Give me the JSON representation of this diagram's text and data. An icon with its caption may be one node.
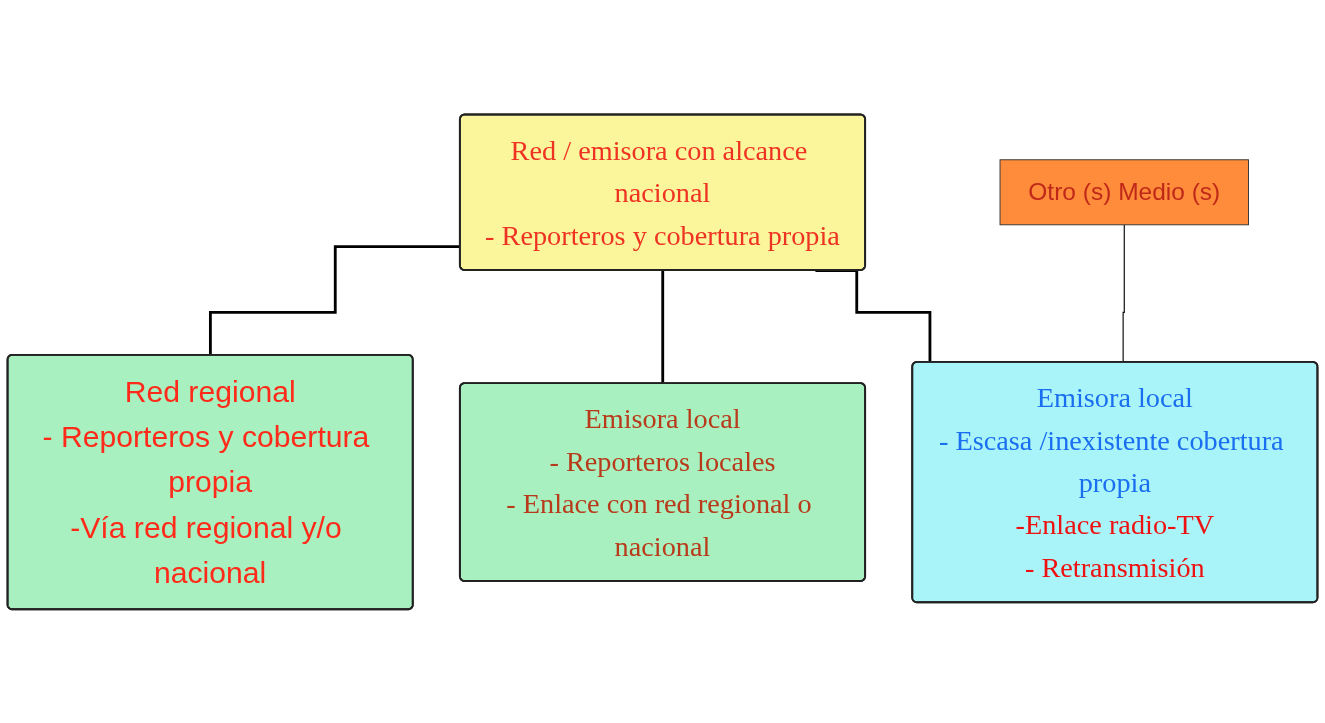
{
  "diagram": {
    "nodes": [
      {
        "text": [
          "Red / emisora con alcance nacional",
          "- Reporteros y cobertura propia"
        ]
      },
      {
        "text": [
          "Otro (s) Medio (s)"
        ]
      },
      {
        "text": [
          "Red regional",
          "- Reporteros y cobertura propia",
          "-Vía red regional y/o nacional"
        ]
      },
      {
        "text": [
          "Emisora local",
          "- Reporteros locales",
          "- Enlace con red regional o nacional"
        ]
      },
      {
        "text": [
          "Emisora local",
          "- Escasa /inexistente cobertura propia",
          "-Enlace radio-TV",
          "- Retransmisión"
        ]
      }
    ],
    "edges": [
      {
        "from": 0,
        "to": 2,
        "arrow": "none"
      },
      {
        "from": 0,
        "to": 3,
        "arrow": "none"
      },
      {
        "from": 0,
        "to": 4,
        "arrow": "none"
      },
      {
        "from": 1,
        "to": 4,
        "arrow": "none"
      }
    ]
  }
}
